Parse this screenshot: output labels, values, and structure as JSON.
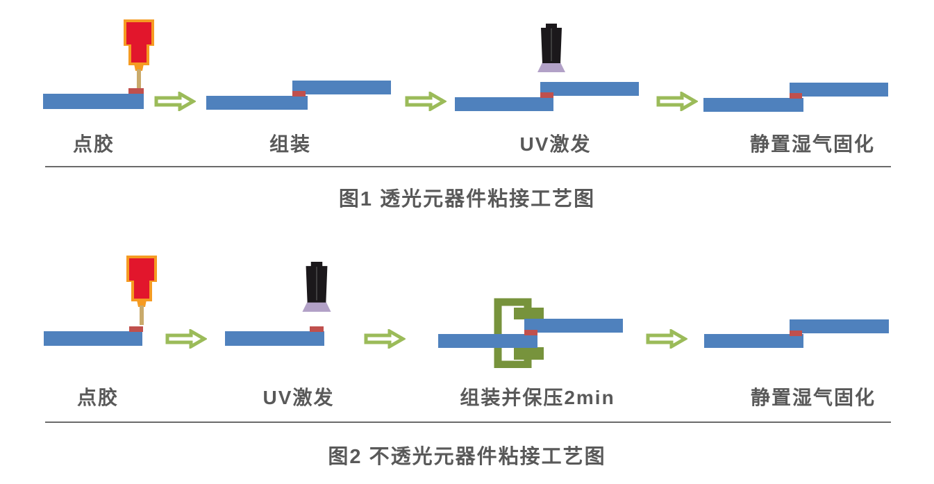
{
  "figure1": {
    "caption": "图1 透光元器件粘接工艺图",
    "steps": [
      {
        "label": "点胶"
      },
      {
        "label": "组装"
      },
      {
        "label": "UV激发"
      },
      {
        "label": "静置湿气固化"
      }
    ]
  },
  "figure2": {
    "caption": "图2 不透光元器件粘接工艺图",
    "steps": [
      {
        "label": "点胶"
      },
      {
        "label": "UV激发"
      },
      {
        "label": "组装并保压2min"
      },
      {
        "label": "静置湿气固化"
      }
    ]
  },
  "icons": {
    "dispenser": "glue-dispenser-icon",
    "uv_lamp": "uv-lamp-icon",
    "arrow": "process-arrow-icon",
    "clamp": "pressure-clamp-icon"
  },
  "colors": {
    "bar_blue": "#4f81bd",
    "adhesive_red": "#c0504d",
    "arrow_green": "#9bbb59",
    "clamp_olive": "#77933c",
    "dispenser_red": "#e2162c",
    "dispenser_orange": "#f59b22",
    "needle_tan": "#c9aa6b",
    "lamp_black": "#1b181b",
    "uv_light_purple": "#b2a1c7",
    "text_gray": "#595959",
    "divider_gray": "#6a6a6a"
  }
}
